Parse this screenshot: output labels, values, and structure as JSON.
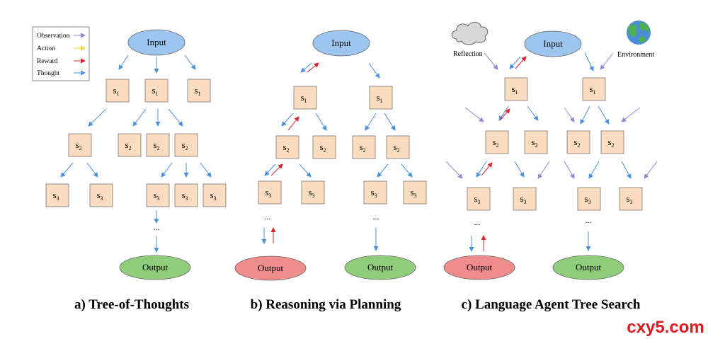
{
  "legend": {
    "observation": "Observation",
    "action": "Action",
    "reward": "Reward",
    "thought": "Thought"
  },
  "colors": {
    "observation": "#9b82d6",
    "action": "#f3d33a",
    "reward": "#d9232e",
    "thought": "#4a90e2",
    "state_fill": "#fbdcbf",
    "input_fill": "#9cc6ef",
    "output_green": "#8fcd7b",
    "output_red": "#ef8c8c"
  },
  "labels": {
    "input": "Input",
    "output": "Output",
    "state": "s",
    "dots": "..."
  },
  "panels": {
    "a": {
      "caption": "a) Tree-of-Thoughts"
    },
    "b": {
      "caption": "b) Reasoning via Planning"
    },
    "c": {
      "caption": "c) Language Agent Tree Search",
      "reflection": "Reflection",
      "environment": "Environment"
    }
  },
  "watermark": "cxy5.com"
}
